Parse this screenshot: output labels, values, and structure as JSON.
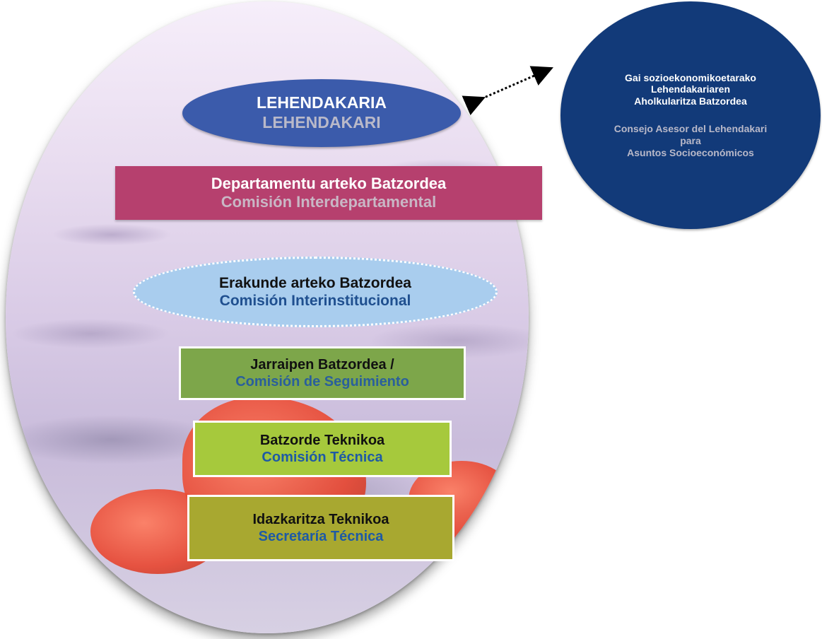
{
  "nodes": {
    "lehendakaria": {
      "line1": "LEHENDAKARIA",
      "line2": "LEHENDAKARI"
    },
    "interdepartamental": {
      "line1": "Departamentu arteko Batzordea",
      "line2": "Comisión Interdepartamental"
    },
    "interinstitucional": {
      "line1": "Erakunde arteko Batzordea",
      "line2": "Comisión Interinstitucional"
    },
    "seguimiento": {
      "line1": "Jarraipen Batzordea /",
      "line2": "Comisión de Seguimiento"
    },
    "tecnica": {
      "line1": "Batzorde Teknikoa",
      "line2": "Comisión Técnica"
    },
    "secretaria": {
      "line1": "Idazkaritza Teknikoa",
      "line2": "Secretaría Técnica"
    },
    "advisory": {
      "eu_line1": "Gai sozioekonomikoetarako",
      "eu_line2": "Lehendakariaren",
      "eu_line3": "Aholkularitza Batzordea",
      "es_line1": "Consejo Asesor del Lehendakari",
      "es_line2": "para",
      "es_line3": "Asuntos Socioeconómicos"
    }
  },
  "colors": {
    "lehendakaria": "#3b5bab",
    "interdepartamental": "#b6406e",
    "interinstitucional": "#a9cdee",
    "seguimiento": "#7da64a",
    "tecnica": "#a6c93c",
    "secretaria": "#a8a830",
    "advisory": "#123a79"
  }
}
